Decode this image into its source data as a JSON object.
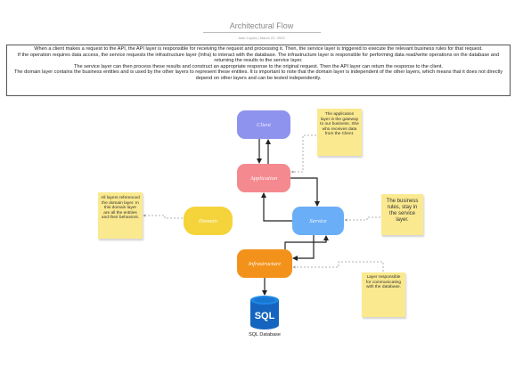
{
  "header": {
    "title": "Architectural Flow",
    "subtitle": "Alan Loyola  |  March 22, 2023"
  },
  "description": {
    "paragraphs": [
      "When a client makes a request to the API, the API layer is responsible for receiving the request and processing it. Then, the service layer is triggered to execute the relevant business rules for that request.",
      "If the operation requires data access, the service requests the infrastructure layer (Infra) to interact with the database. The infrastructure layer is responsible for performing data read/write operations on the database and returning the results to the service layer.",
      "The service layer can then process these results and construct an appropriate response to the original request. Then the API layer can return the response to the client.",
      "The domain layer contains the business entities and is used by the other layers to represent these entities. It is important to note that the domain layer is independent of the other layers, which means that it does not directly depend on other layers and can be tested independently."
    ]
  },
  "nodes": {
    "client": "Client",
    "application": "Application",
    "service": "Service",
    "domain": "Domain",
    "infrastructure": "Infrastructure"
  },
  "notes": {
    "application": "The application layer is the gateway to our business. She who receives data from the Client.",
    "domain": "All layers referenced the domain layer. In this domain layer are all the entities and their behaviors.",
    "service": "The business rules, stay in the service layer.",
    "infrastructure": "Layer responsible for communicating with the database."
  },
  "database": {
    "icon_text": "SQL",
    "label": "SQL Database"
  },
  "colors": {
    "client": "#8e93ee",
    "application": "#f4898f",
    "service": "#6aaef7",
    "domain": "#f4d43a",
    "infrastructure": "#f3921a",
    "database": "#1565c0",
    "sticky": "#fbe98f"
  }
}
